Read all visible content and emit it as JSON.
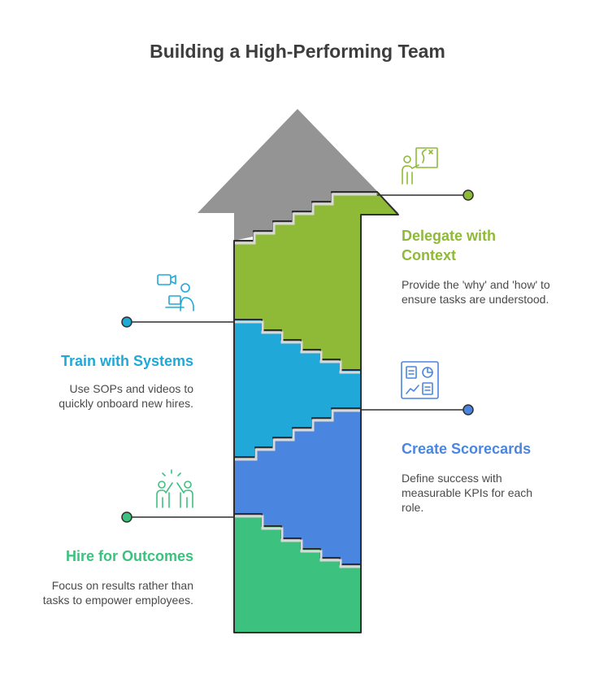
{
  "title": "Building a High-Performing Team",
  "steps": [
    {
      "heading": "Delegate with Context",
      "description": "Provide the 'why' and 'how' to ensure tasks are understood.",
      "color": "#8fba38",
      "icon": "presenter-at-board-icon"
    },
    {
      "heading": "Train with Systems",
      "description": "Use SOPs and videos to quickly onboard new hires.",
      "color": "#20a8d8",
      "icon": "video-training-icon"
    },
    {
      "heading": "Create Scorecards",
      "description": "Define success with measurable KPIs for each role.",
      "color": "#4a86e0",
      "icon": "dashboard-kpi-icon"
    },
    {
      "heading": "Hire for Outcomes",
      "description": "Focus on results rather than tasks to empower employees.",
      "color": "#3cc27e",
      "icon": "high-five-icon"
    }
  ],
  "colors": {
    "arrow_head": "#949494",
    "outline": "#2e2e2e",
    "text": "#3d3d3d"
  }
}
